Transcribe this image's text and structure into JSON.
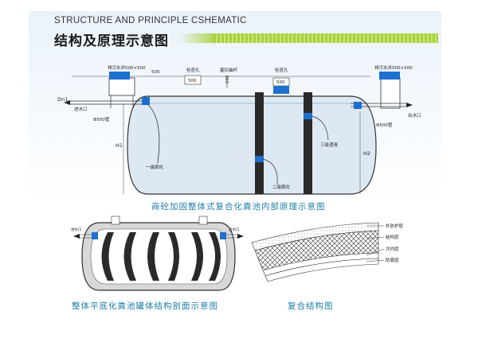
{
  "header": {
    "title_en": "STRUCTURE AND PRINCIPLE CSHEMATIC",
    "title_cn": "结构及原理示意图"
  },
  "top_diagram": {
    "caption": "商砼加固整体式复合化粪池内部原理示意图",
    "labels": {
      "inlet_well": "排污水井500×500",
      "outlet_well": "排污水井500×500",
      "inspect_1": "检查孔",
      "inspect_2": "检查孔",
      "vent": "塞扣抽杆",
      "dim_500_a": "500",
      "dim_500_b": "500",
      "dim_500_c": "500",
      "dim_500_v": "500",
      "inlet_dn": "Dn1",
      "inlet_port": "进水口",
      "outlet_port": "出水口",
      "pipe_in": "Φ500管",
      "pipe_out": "Φ500管",
      "h1": "H1",
      "h2": "H2",
      "stage1": "一级腐化",
      "stage2": "二级腐化",
      "stage3": "三级澄清"
    }
  },
  "bottom_left": {
    "caption": "整体平底化粪池罐体结构剖面示意图",
    "in_label": "进水口",
    "out_label": "出水口"
  },
  "bottom_right": {
    "caption": "复合结构图",
    "layers": [
      "外防护层",
      "结构层",
      "次内层",
      "防腐层"
    ]
  },
  "colors": {
    "accent_blue": "#1e6fd0",
    "caption_blue": "#1c7ea8",
    "stripe_green": "#a6d13c",
    "water": "#dde8f3",
    "baffle": "#2a2a2a"
  }
}
